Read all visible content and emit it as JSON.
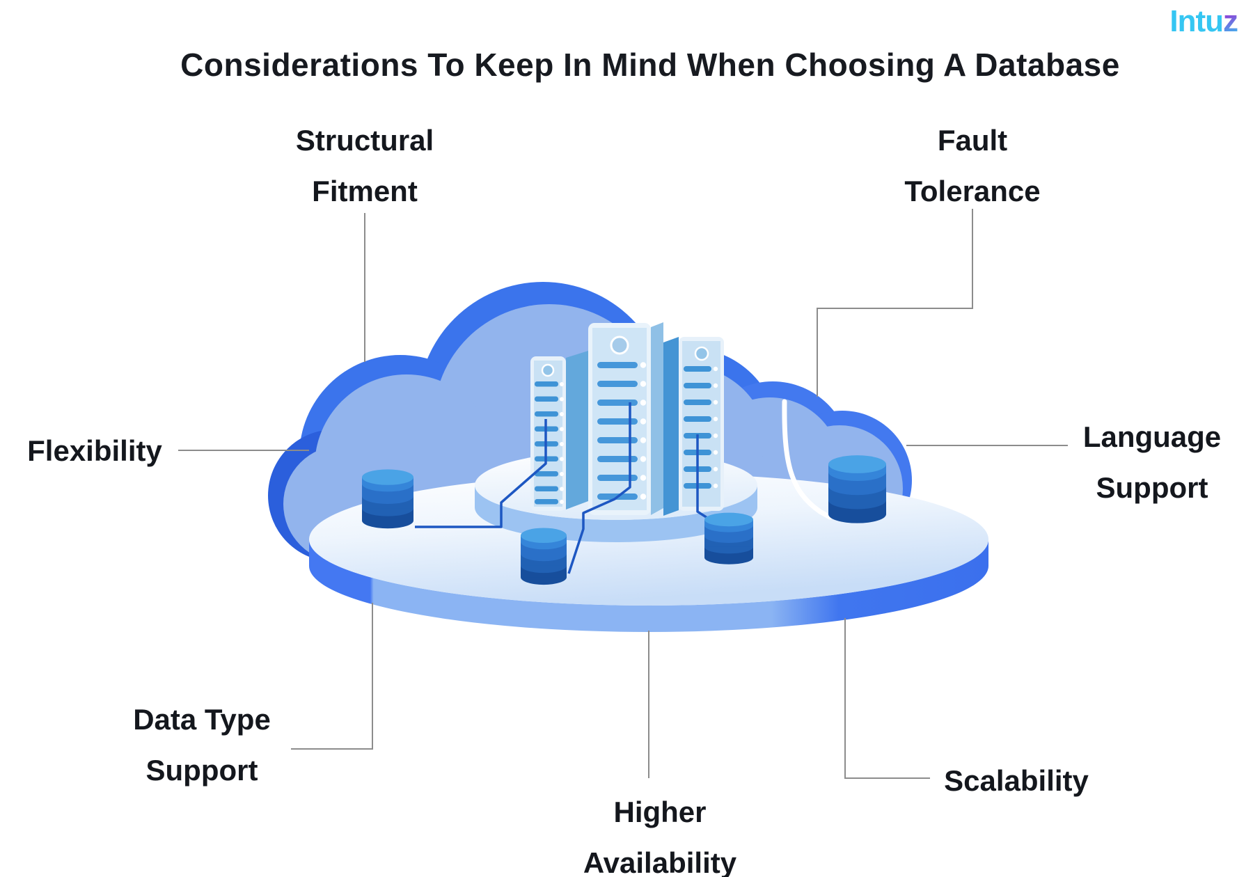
{
  "title": "Considerations To Keep In Mind When Choosing A Database",
  "logo": {
    "main": "Intu",
    "accent": "z"
  },
  "labels": {
    "structural_fitment": {
      "line1": "Structural",
      "line2": "Fitment"
    },
    "fault_tolerance": {
      "line1": "Fault",
      "line2": "Tolerance"
    },
    "flexibility": {
      "line1": "Flexibility",
      "line2": ""
    },
    "language_support": {
      "line1": "Language",
      "line2": "Support"
    },
    "data_type_support": {
      "line1": "Data Type",
      "line2": "Support"
    },
    "higher_availability": {
      "line1": "Higher",
      "line2": "Availability"
    },
    "scalability": {
      "line1": "Scalability",
      "line2": ""
    }
  },
  "illustration": {
    "icons": [
      "cloud-icon",
      "server-tower-icon",
      "database-cylinder-icon",
      "platform-disc"
    ],
    "colors": {
      "cloud_dark": "#3b74ec",
      "cloud_light": "#92b4ed",
      "disc_rim_strong": "#4478f2",
      "disc_rim_light": "#8bb4f3",
      "server_face": "#cfe5f6",
      "server_slat": "#4697da",
      "db_top": "#4aa3e6",
      "db_body": "#174e9c",
      "cable_blue": "#1d57c2",
      "connector_gray": "#8c8c8c",
      "logo_cyan": "#35c6f2",
      "logo_purple": "#8f42d6",
      "text_dark": "#14171d"
    }
  }
}
